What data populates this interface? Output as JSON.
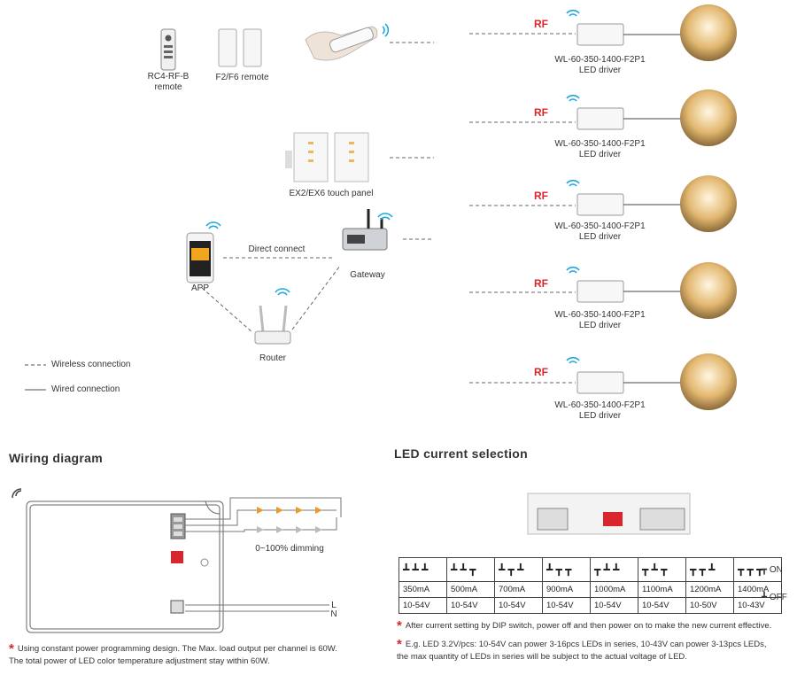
{
  "network": {
    "devices": {
      "rc4": "RC4-RF-B\nremote",
      "f2f6": "F2/F6 remote",
      "touch": "EX2/EX6 touch panel",
      "app": "APP",
      "gateway": "Gateway",
      "router": "Router",
      "direct": "Direct connect"
    },
    "rf_label": "RF",
    "drivers": [
      {
        "model": "WL-60-350-1400-F2P1",
        "desc": "LED driver"
      },
      {
        "model": "WL-60-350-1400-F2P1",
        "desc": "LED driver"
      },
      {
        "model": "WL-60-350-1400-F2P1",
        "desc": "LED driver"
      },
      {
        "model": "WL-60-350-1400-F2P1",
        "desc": "LED driver"
      },
      {
        "model": "WL-60-350-1400-F2P1",
        "desc": "LED driver"
      }
    ],
    "legend": {
      "wireless": "Wireless connection",
      "wired": "Wired connection"
    }
  },
  "wiring": {
    "title": "Wiring diagram",
    "dimming": "0~100% dimming",
    "l": "L",
    "n": "N",
    "note": "Using constant power programming design. The Max. load output per channel is 60W.\nThe total power of LED color temperature adjustment stay within 60W."
  },
  "led": {
    "title": "LED current selection",
    "currents": [
      "350mA",
      "500mA",
      "700mA",
      "900mA",
      "1000mA",
      "1100mA",
      "1200mA",
      "1400mA"
    ],
    "voltages": [
      "10-54V",
      "10-54V",
      "10-54V",
      "10-54V",
      "10-54V",
      "10-54V",
      "10-50V",
      "10-43V"
    ],
    "patterns": [
      "ddd",
      "ddu",
      "dud",
      "duu",
      "udd",
      "udu",
      "uud",
      "uuu"
    ],
    "on": "ON",
    "off": "OFF",
    "note1": "After current setting by DIP switch, power off and then power on to make the new current effective.",
    "note2": "E.g. LED 3.2V/pcs: 10-54V can power 3-16pcs LEDs in series, 10-43V can power 3-13pcs LEDs,\nthe max quantity of LEDs in series will be subject to the actual voltage of LED."
  },
  "colors": {
    "rf": "#d9262c",
    "lamp": "#e3b871",
    "led": "#e89a2e"
  }
}
